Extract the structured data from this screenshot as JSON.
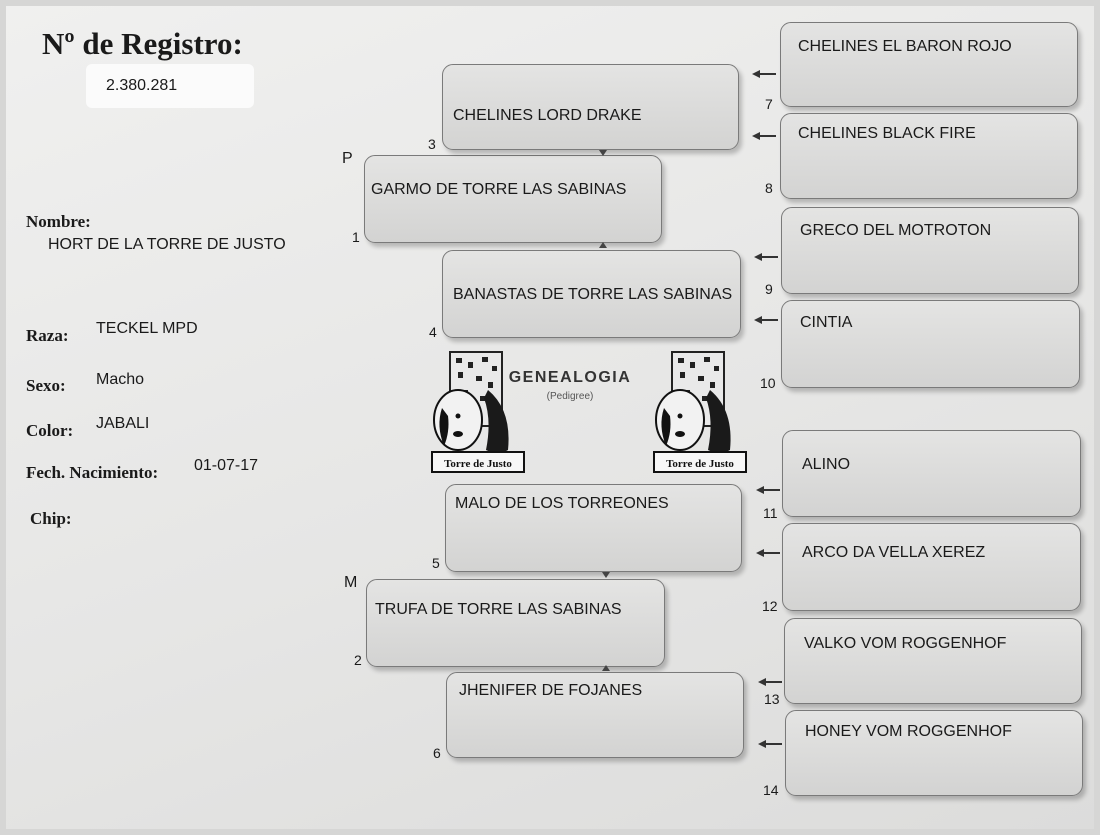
{
  "registro": {
    "label": "Nº de Registro:",
    "value": "2.380.281"
  },
  "fields": {
    "nombre_label": "Nombre:",
    "nombre": "HORT DE LA TORRE DE JUSTO",
    "raza_label": "Raza:",
    "raza": "TECKEL MPD",
    "sexo_label": "Sexo:",
    "sexo": "Macho",
    "color_label": "Color:",
    "color": "JABALI",
    "fecha_label": "Fech. Nacimiento:",
    "fecha": "01-07-17",
    "chip_label": "Chip:"
  },
  "logo": {
    "title": "GENEALOGIA",
    "subtitle": "(Pedigree)",
    "badge_left": "Torre de Justo",
    "badge_right": "Torre de Justo"
  },
  "parents": {
    "p_label": "P",
    "m_label": "M",
    "n1": {
      "num": "1",
      "name": "GARMO DE TORRE LAS SABINAS"
    },
    "n2": {
      "num": "2",
      "name": "TRUFA DE TORRE LAS SABINAS"
    }
  },
  "grandparents": {
    "n3": {
      "num": "3",
      "name": "CHELINES LORD DRAKE"
    },
    "n4": {
      "num": "4",
      "name": "BANASTAS DE TORRE LAS SABINAS"
    },
    "n5": {
      "num": "5",
      "name": "MALO DE LOS TORREONES"
    },
    "n6": {
      "num": "6",
      "name": "JHENIFER DE FOJANES"
    }
  },
  "great_grandparents": {
    "n7": {
      "num": "7",
      "name": "CHELINES EL BARON ROJO"
    },
    "n8": {
      "num": "8",
      "name": "CHELINES BLACK FIRE"
    },
    "n9": {
      "num": "9",
      "name": "GRECO DEL MOTROTON"
    },
    "n10": {
      "num": "10",
      "name": "CINTIA"
    },
    "n11": {
      "num": "11",
      "name": "ALINO"
    },
    "n12": {
      "num": "12",
      "name": "ARCO DA VELLA XEREZ"
    },
    "n13": {
      "num": "13",
      "name": "VALKO VOM ROGGENHOF"
    },
    "n14": {
      "num": "14",
      "name": "HONEY VOM ROGGENHOF"
    }
  }
}
